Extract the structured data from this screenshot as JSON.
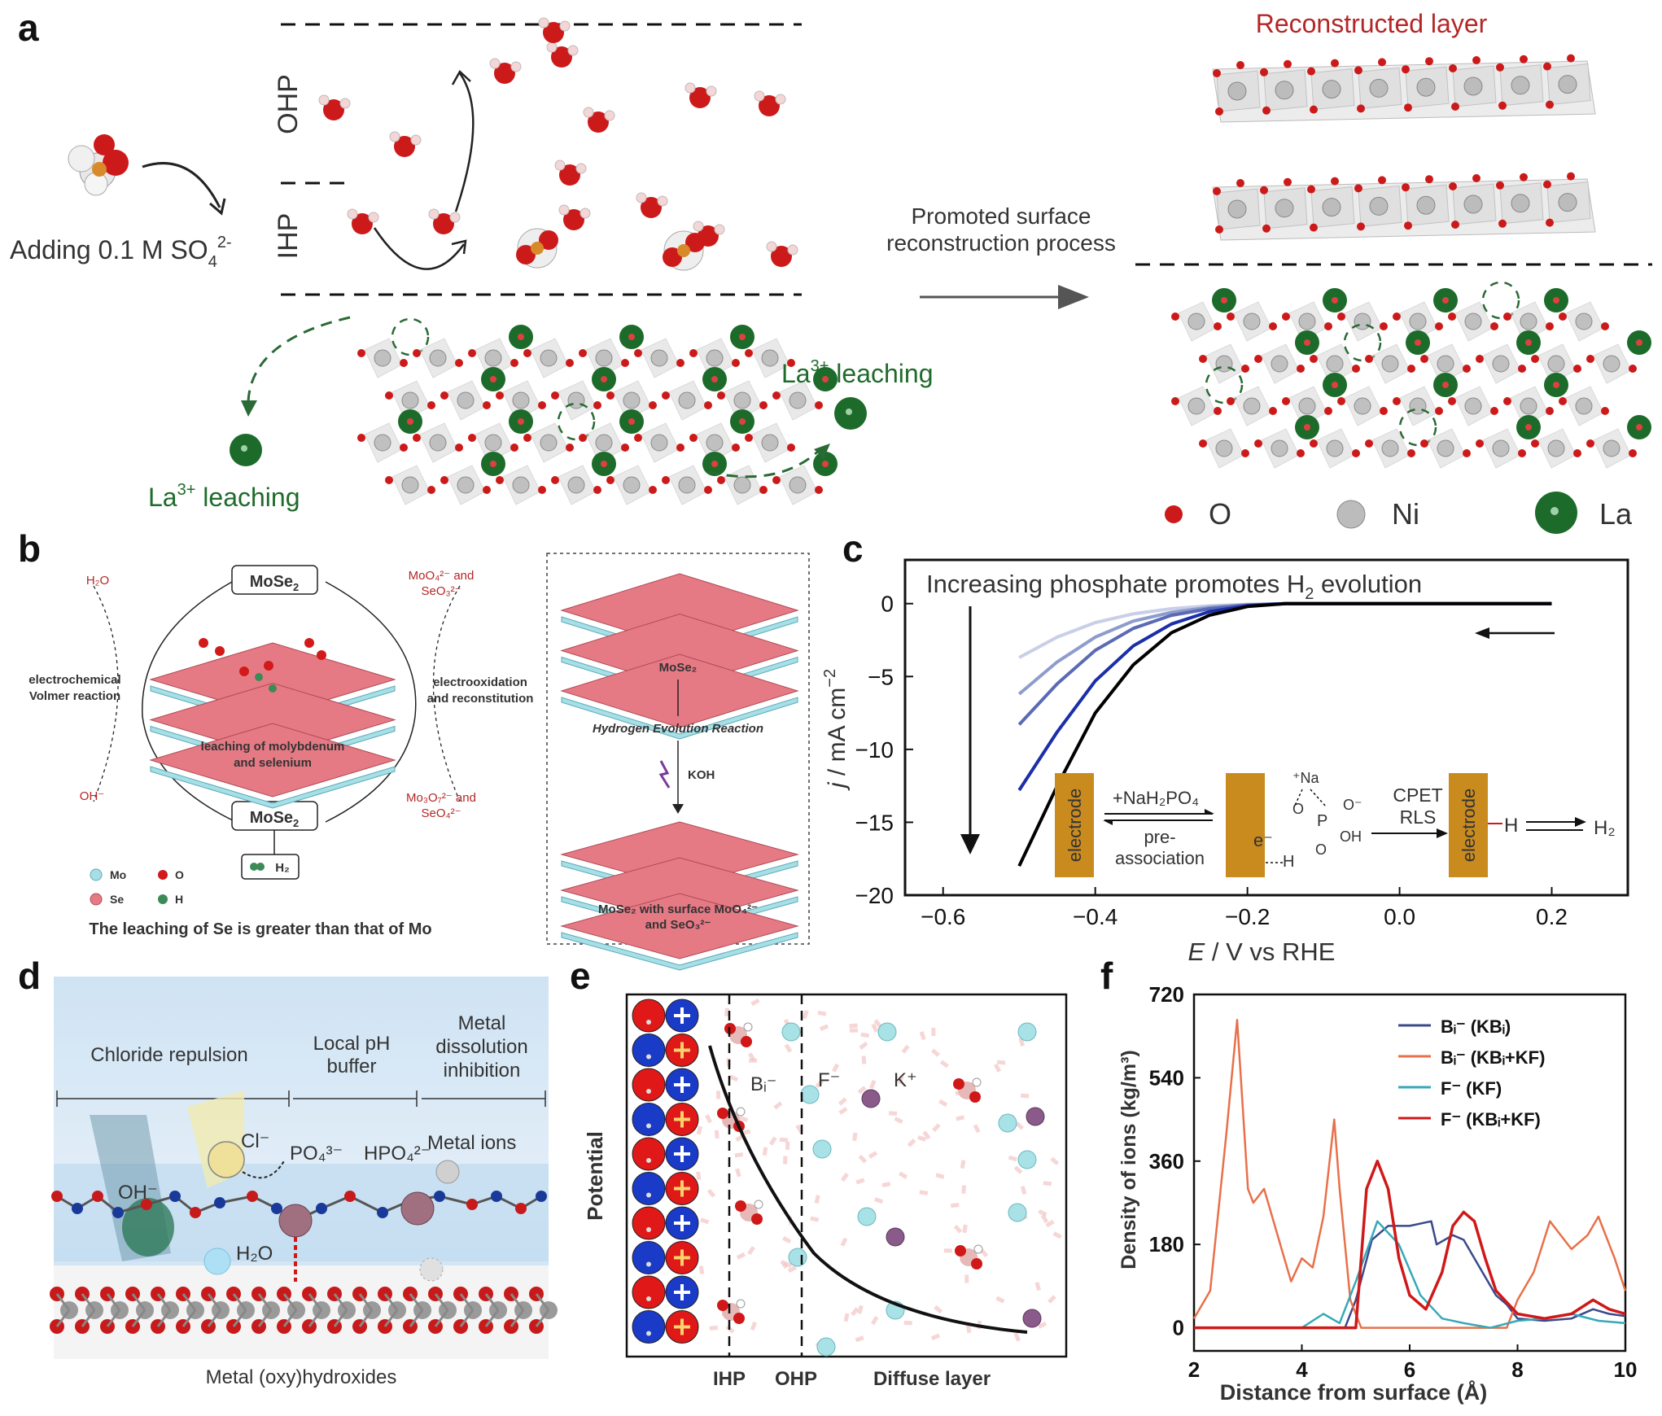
{
  "panel_labels": [
    "a",
    "b",
    "c",
    "d",
    "e",
    "f"
  ],
  "panel_a": {
    "add_label": "Adding 0.1 M SO",
    "add_sub": "4",
    "add_sup": "2-",
    "ohp": "OHP",
    "ihp": "IHP",
    "leach": "La",
    "leach_sup": "3+",
    "leach_suffix": " leaching",
    "promoted_line1": "Promoted surface",
    "promoted_line2": "reconstruction process",
    "reconstructed": "Reconstructed layer",
    "legend": [
      "O",
      "Ni",
      "La"
    ]
  },
  "panel_b": {
    "top": "MoSe",
    "bottom": "MoSe",
    "sub2": "2",
    "h2o": "H₂O",
    "oh": "OH⁻",
    "moo4_1": "MoO₄²⁻ and",
    "moo4_2": "SeO₃²⁻",
    "mo3o7_1": "Mo₃O₇²⁻ and",
    "mo3o7_2": "SeO₄²⁻",
    "left1": "electrochemical",
    "left2": "Volmer reaction",
    "right1": "electrooxidation",
    "right2": "and reconstitution",
    "center1": "leaching of molybdenum",
    "center2": "and selenium",
    "h2": "H₂",
    "legend": [
      "Mo",
      "O",
      "Se",
      "H"
    ],
    "caption": "The leaching of Se is greater than that of Mo",
    "box_top": "MoSe₂",
    "box_her": "Hydrogen Evolution Reaction",
    "box_koh": "KOH",
    "box_bottom1": "MoSe₂ with surface MoO₄²⁻",
    "box_bottom2": "and SeO₃²⁻"
  },
  "panel_c": {
    "title": "Increasing phosphate promotes H",
    "title_sub": "2",
    "title_end": " evolution",
    "xlabel_italic": "E",
    "xlabel_rest": " / V vs RHE",
    "ylabel_italic": "j",
    "ylabel_rest": " / mA cm",
    "ylabel_sup": "−2",
    "inset_electrode": "electrode",
    "inset_add": "+NaH₂PO₄",
    "inset_pre1": "pre-",
    "inset_pre2": "association",
    "inset_na": "⁺Na",
    "inset_cpet": "CPET",
    "inset_rls": "RLS",
    "inset_h": "H",
    "inset_h2": "H₂",
    "inset_e": "e⁻"
  },
  "panel_d": {
    "col1": "Chloride repulsion",
    "col2a": "Local pH",
    "col2b": "buffer",
    "col3a": "Metal",
    "col3b": "dissolution",
    "col3c": "inhibition",
    "cl": "Cl⁻",
    "oh": "OH⁻",
    "po4": "PO₄³⁻",
    "hpo4": "HPO₄²⁻",
    "h2o": "H₂O",
    "metal_ions": "Metal ions",
    "bottom": "Metal (oxy)hydroxides"
  },
  "panel_e": {
    "ylabel": "Potential",
    "ihp": "IHP",
    "ohp": "OHP",
    "diffuse": "Diffuse layer",
    "bi": "Bᵢ⁻",
    "f": "F⁻",
    "k": "K⁺"
  },
  "colors": {
    "red_text": "#b52626",
    "green_text": "#1f6b2c",
    "blue_curve": "#1020a0",
    "orange": "#e8704a",
    "cyan": "#36a9b8",
    "navy": "#3a4a8a",
    "dark_red": "#d01818",
    "electrode": "#c98a1e"
  },
  "chart_data": [
    {
      "panel": "c",
      "type": "line",
      "title": "Increasing phosphate promotes H₂ evolution",
      "xlabel": "E / V vs RHE",
      "ylabel": "j / mA cm⁻²",
      "xlim": [
        -0.65,
        0.3
      ],
      "ylim": [
        -20,
        3
      ],
      "xticks": [
        -0.6,
        -0.4,
        -0.2,
        0.0,
        0.2
      ],
      "yticks": [
        0,
        -5,
        -10,
        -15,
        -20
      ],
      "series": [
        {
          "color": "#c8cfe6",
          "x": [
            -0.5,
            -0.45,
            -0.4,
            -0.35,
            -0.3,
            -0.25,
            -0.2,
            -0.15,
            0.2
          ],
          "y": [
            -3.7,
            -2.3,
            -1.3,
            -0.7,
            -0.35,
            -0.15,
            -0.05,
            0,
            0
          ]
        },
        {
          "color": "#8e9ccc",
          "x": [
            -0.5,
            -0.45,
            -0.4,
            -0.35,
            -0.3,
            -0.25,
            -0.2,
            -0.15,
            0.2
          ],
          "y": [
            -6.2,
            -4.0,
            -2.3,
            -1.2,
            -0.6,
            -0.25,
            -0.08,
            0,
            0
          ]
        },
        {
          "color": "#5a6ab4",
          "x": [
            -0.5,
            -0.45,
            -0.4,
            -0.35,
            -0.3,
            -0.25,
            -0.2,
            -0.15,
            0.2
          ],
          "y": [
            -8.3,
            -5.5,
            -3.2,
            -1.7,
            -0.8,
            -0.35,
            -0.1,
            0,
            0
          ]
        },
        {
          "color": "#1a2fa8",
          "x": [
            -0.5,
            -0.45,
            -0.4,
            -0.35,
            -0.3,
            -0.25,
            -0.2,
            -0.15,
            0.2
          ],
          "y": [
            -12.8,
            -8.8,
            -5.3,
            -2.9,
            -1.4,
            -0.55,
            -0.15,
            0,
            0
          ]
        },
        {
          "color": "#000000",
          "x": [
            -0.5,
            -0.45,
            -0.4,
            -0.35,
            -0.3,
            -0.25,
            -0.2,
            -0.15,
            0.2
          ],
          "y": [
            -18.0,
            -12.5,
            -7.5,
            -4.2,
            -2.0,
            -0.8,
            -0.2,
            0,
            0
          ]
        }
      ]
    },
    {
      "panel": "f",
      "type": "line",
      "xlabel": "Distance from surface (Å)",
      "ylabel": "Density of ions (kg/m³)",
      "xlim": [
        2,
        10
      ],
      "ylim": [
        -50,
        720
      ],
      "xticks": [
        2,
        4,
        6,
        8,
        10
      ],
      "yticks": [
        0,
        180,
        360,
        540,
        720
      ],
      "legend_position": "top-right",
      "series": [
        {
          "name": "Bᵢ⁻ (KBᵢ)",
          "color": "#3a4a8a",
          "x": [
            2,
            4.8,
            5.0,
            5.3,
            5.6,
            6.0,
            6.4,
            6.5,
            6.8,
            7.0,
            7.3,
            7.6,
            7.8,
            8.0,
            8.5,
            9.0,
            9.4,
            9.7,
            10
          ],
          "y": [
            0,
            0,
            60,
            190,
            220,
            220,
            230,
            180,
            200,
            190,
            130,
            70,
            50,
            20,
            15,
            20,
            40,
            30,
            25
          ]
        },
        {
          "name": "Bᵢ⁻ (KBᵢ+KF)",
          "color": "#e8704a",
          "x": [
            2,
            2.3,
            2.6,
            2.8,
            3.0,
            3.1,
            3.3,
            3.6,
            3.8,
            4.0,
            4.2,
            4.4,
            4.6,
            4.7,
            4.9,
            5.1,
            5.3,
            6.0,
            7.0,
            7.8,
            8.0,
            8.3,
            8.6,
            9.0,
            9.3,
            9.5,
            9.8,
            10
          ],
          "y": [
            20,
            80,
            420,
            665,
            300,
            270,
            300,
            180,
            100,
            150,
            130,
            240,
            450,
            300,
            60,
            0,
            0,
            0,
            0,
            0,
            60,
            120,
            230,
            170,
            200,
            240,
            150,
            80
          ]
        },
        {
          "name": "F⁻ (KF)",
          "color": "#36a9b8",
          "x": [
            2,
            4.0,
            4.4,
            4.7,
            5.0,
            5.4,
            5.8,
            6.2,
            6.6,
            7.0,
            7.5,
            8.0,
            8.5,
            9.0,
            9.5,
            10
          ],
          "y": [
            0,
            0,
            30,
            10,
            100,
            230,
            180,
            70,
            20,
            10,
            0,
            15,
            20,
            30,
            15,
            10
          ]
        },
        {
          "name": "F⁻ (KBᵢ+KF)",
          "color": "#d01818",
          "x": [
            2,
            5.0,
            5.2,
            5.4,
            5.6,
            5.8,
            6.0,
            6.3,
            6.6,
            6.8,
            7.0,
            7.2,
            7.4,
            7.6,
            8.0,
            8.5,
            9.0,
            9.4,
            9.7,
            10
          ],
          "y": [
            0,
            0,
            300,
            360,
            300,
            150,
            70,
            40,
            120,
            220,
            250,
            230,
            150,
            80,
            30,
            20,
            30,
            60,
            40,
            30
          ]
        }
      ]
    }
  ]
}
